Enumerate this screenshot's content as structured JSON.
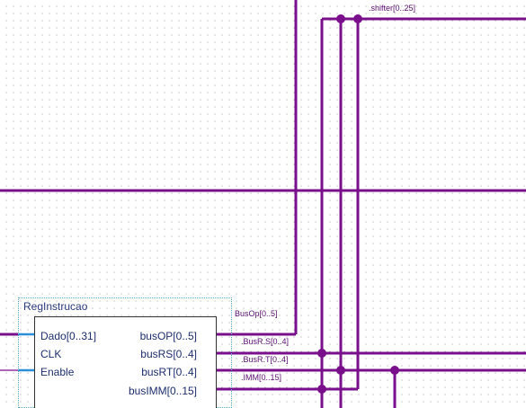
{
  "schematic": {
    "net_labels": {
      "shifter": ".shifter[0..25]",
      "busop": "BusOp[0..5]",
      "busrs": ".BusR.S[0..4]",
      "busrt": ".BusR.T[0..4]",
      "imm": ".IMM[0..15]"
    },
    "block": {
      "title": "RegInstrucao",
      "inputs": [
        "Dado[0..31]",
        "CLK",
        "Enable"
      ],
      "outputs": [
        "busOP[0..5]",
        "busRS[0..4]",
        "busRT[0..4]",
        "busIMM[0..15]"
      ]
    },
    "colors": {
      "bus_wire": "#7a0f8c",
      "input_wire": "#2b8fd6",
      "grid_dot": "#9a9a9a"
    }
  }
}
